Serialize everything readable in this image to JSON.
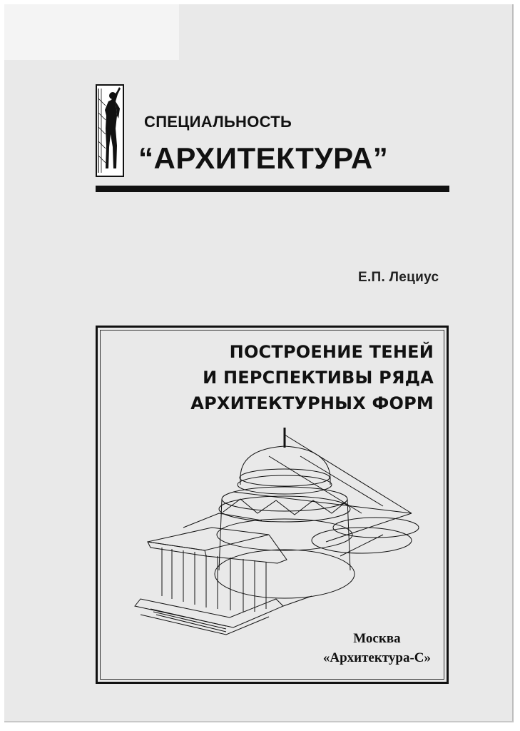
{
  "series": {
    "prefix": "СПЕЦИАЛЬНОСТЬ",
    "name": "“АРХИТЕКТУРА”"
  },
  "author": "Е.П. Лециус",
  "title_lines": [
    "ПОСТРОЕНИЕ ТЕНЕЙ",
    "И ПЕРСПЕКТИВЫ РЯДА",
    "АРХИТЕКТУРНЫХ ФОРМ"
  ],
  "publisher": {
    "city": "Москва",
    "name": "«Архитектура-С»"
  },
  "icons": {
    "logo": "modulor-figure-icon",
    "illustration": "rotunda-perspective-drawing"
  },
  "colors": {
    "cover_background": "#e9e9e9",
    "ink": "#111111"
  }
}
